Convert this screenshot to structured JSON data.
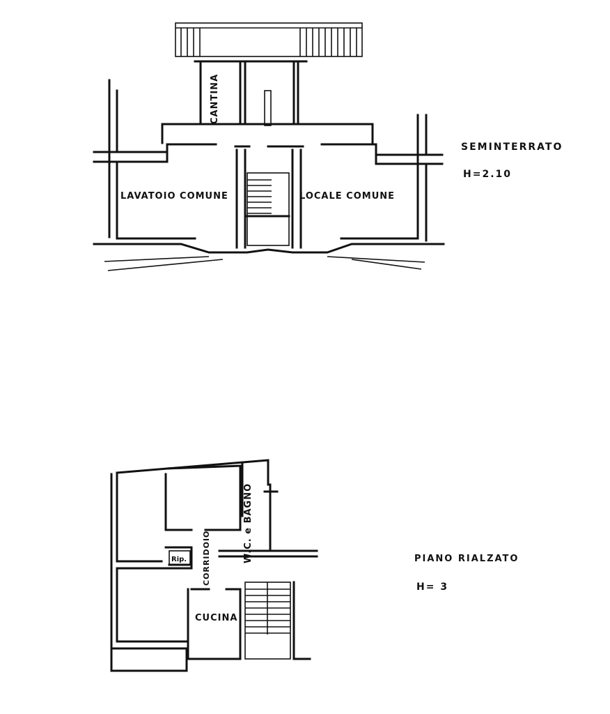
{
  "semi": {
    "title": "SEMINTERRATO",
    "height": "H=2.10",
    "rooms": {
      "cantina": "CANTINA",
      "lavatoio": "LAVATOIO COMUNE",
      "locale": "LOCALE COMUNE"
    }
  },
  "rialzato": {
    "title": "PIANO RIALZATO",
    "height": "H= 3",
    "rooms": {
      "wc": "W.C. e BAGNO",
      "corridoio": "CORRIDOIO",
      "rip": "Rip.",
      "cucina": "CUCINA"
    }
  },
  "colors": {
    "ink": "#111111",
    "paper": "#ffffff"
  }
}
